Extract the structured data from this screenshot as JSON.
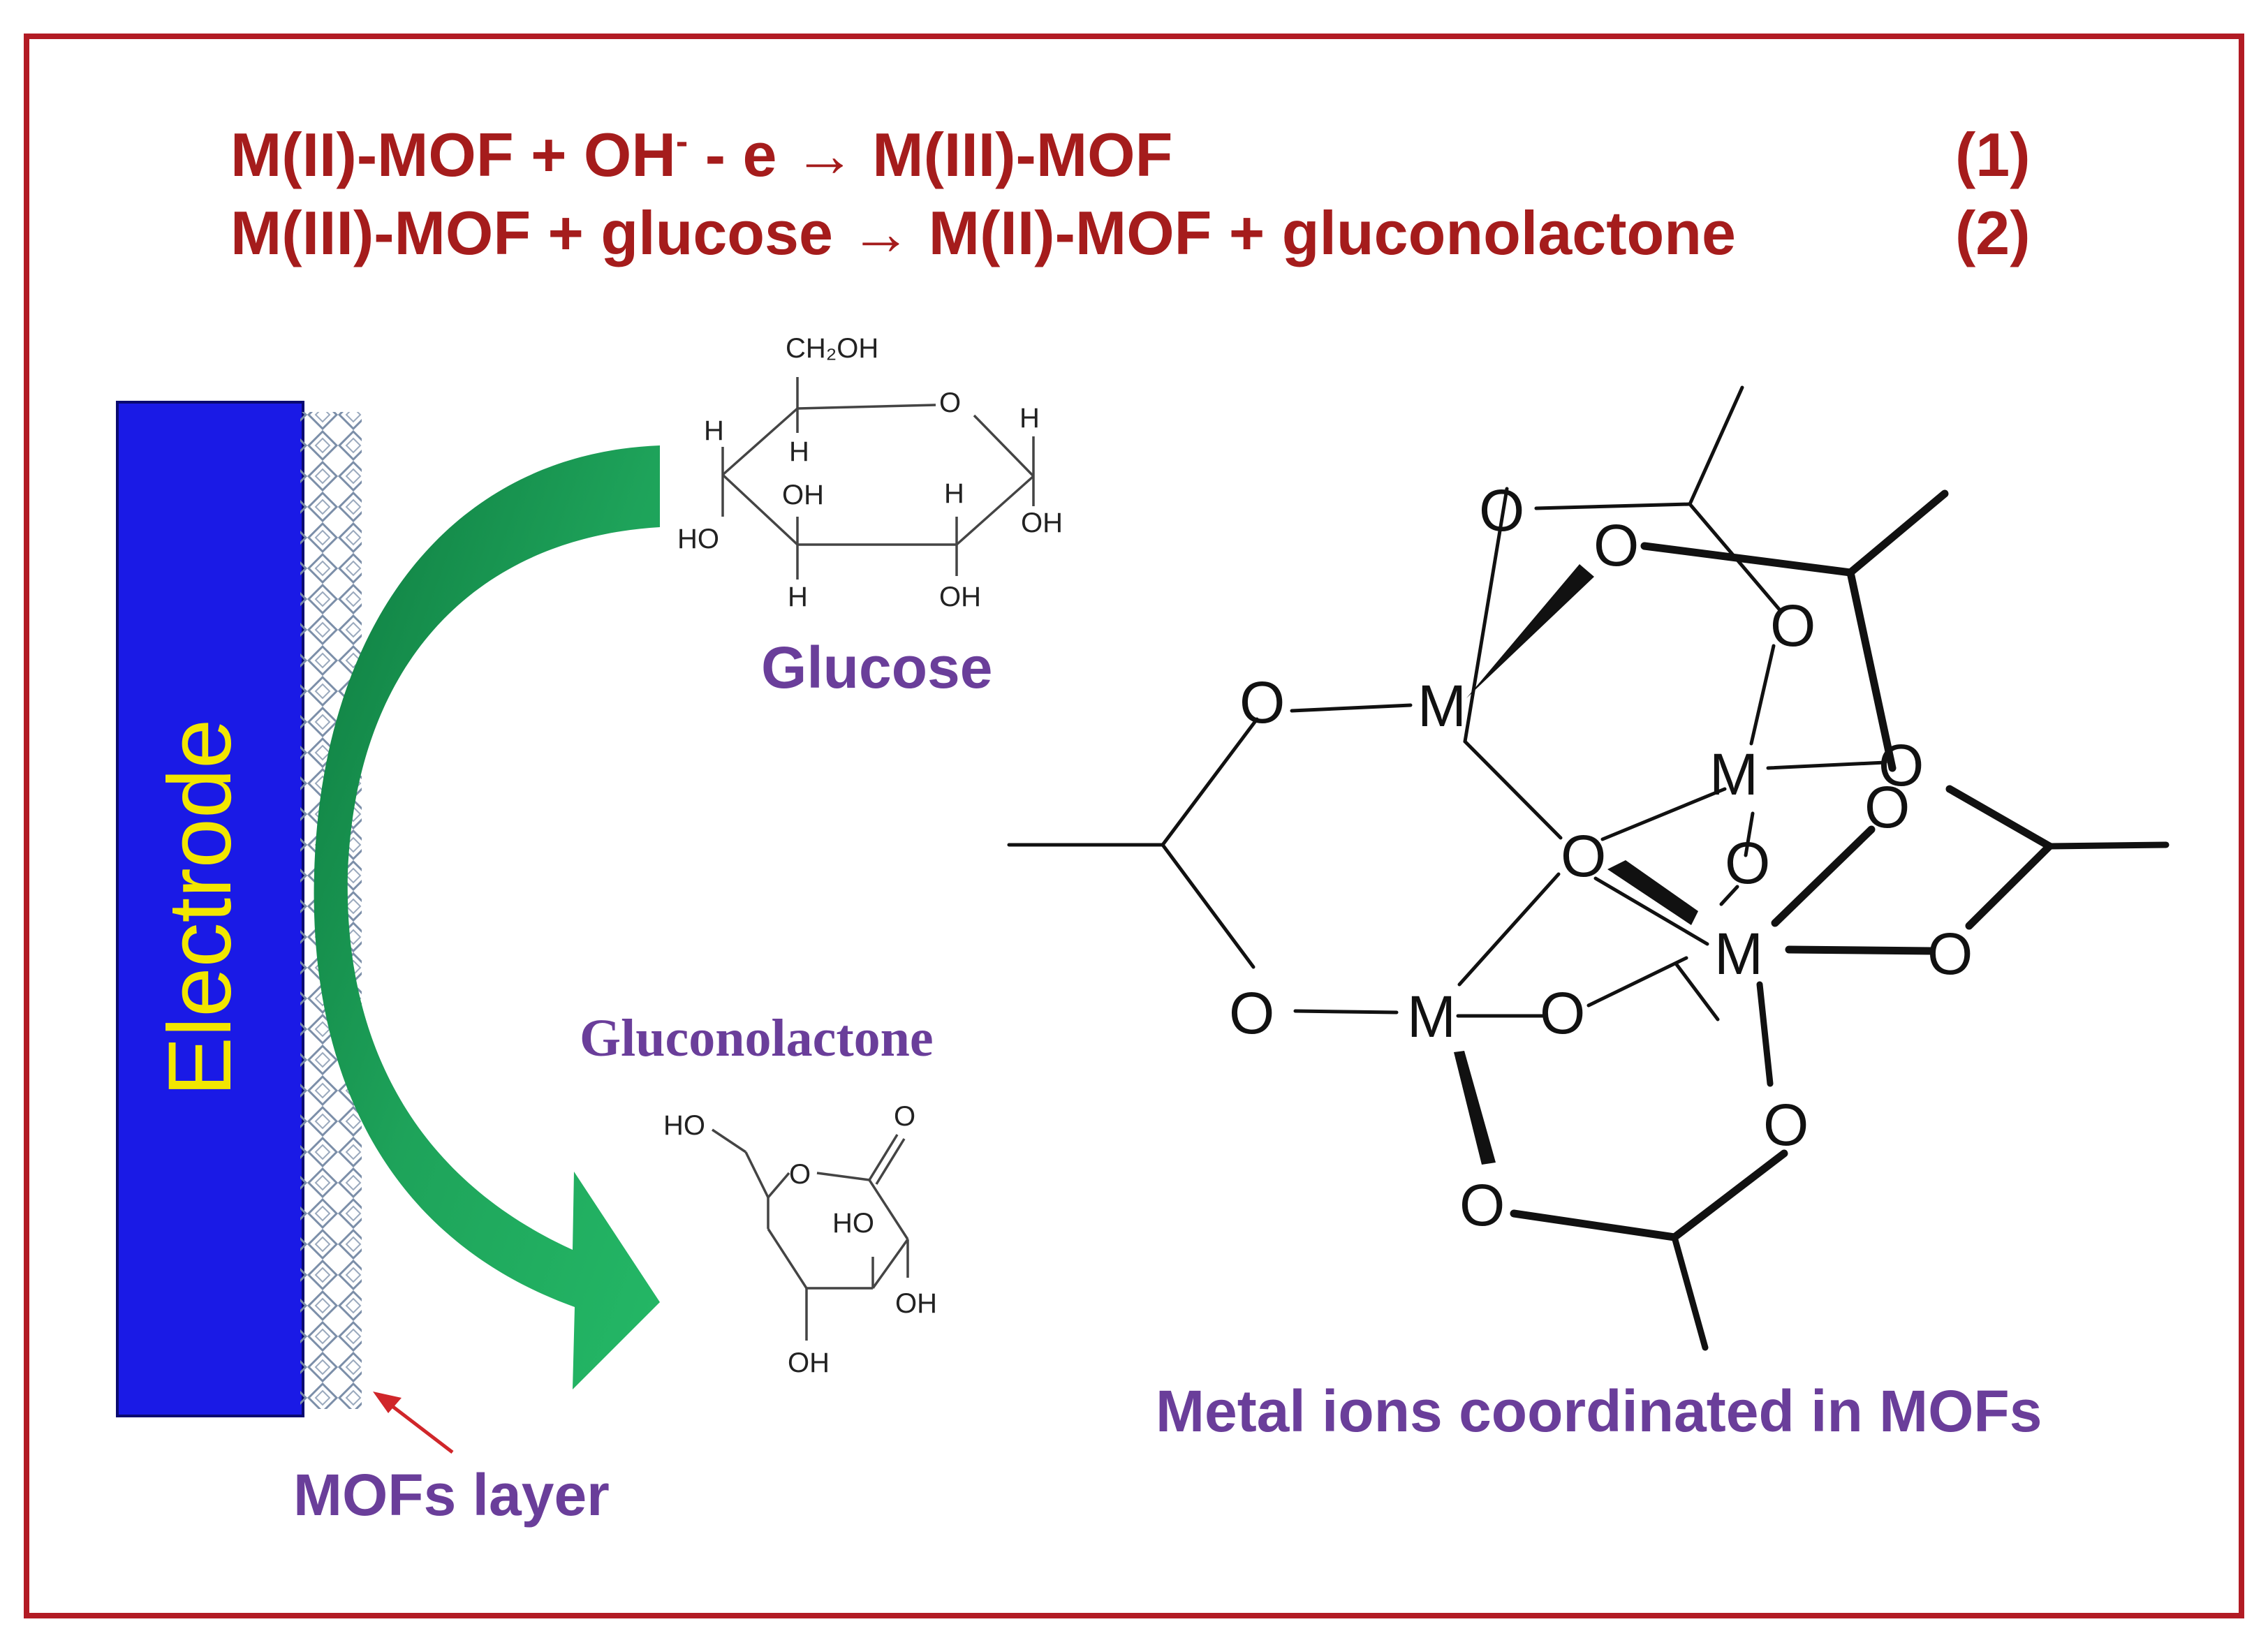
{
  "equations": [
    {
      "reactant": "M(II)-MOF + OH",
      "superscript": "-",
      "rest": " - e → M(III)-MOF",
      "number": "(1)"
    },
    {
      "text": "M(III)-MOF + glucose → M(II)-MOF + gluconolactone",
      "number": "(2)"
    }
  ],
  "electrode": {
    "label": "Electrode",
    "fill_color": "#1a1ae6",
    "text_color": "#f2e600"
  },
  "mofs_layer_label": "MOFs layer",
  "glucose": {
    "label": "Glucose",
    "atoms": {
      "ch2oh": "CH₂OH",
      "o": "O",
      "h1": "H",
      "h2": "H",
      "h3": "H",
      "h4": "H",
      "h5": "H",
      "oh1": "OH",
      "oh2": "OH",
      "oh3": "OH",
      "ho": "HO"
    }
  },
  "gluconolactone": {
    "label": "Gluconolactone",
    "atoms": {
      "ho_top": "HO",
      "ring_o": "O",
      "carbonyl_o": "O",
      "ho_mid": "HO",
      "oh_right": "OH",
      "oh_bottom": "OH"
    }
  },
  "mof_cluster": {
    "label": "Metal ions coordinated in MOFs",
    "metal_symbol": "M",
    "oxygen_symbol": "O",
    "central_oxygen_color": "#e41c1c"
  },
  "arrow_color": "#1a9a55",
  "frame_color": "#b21b24"
}
